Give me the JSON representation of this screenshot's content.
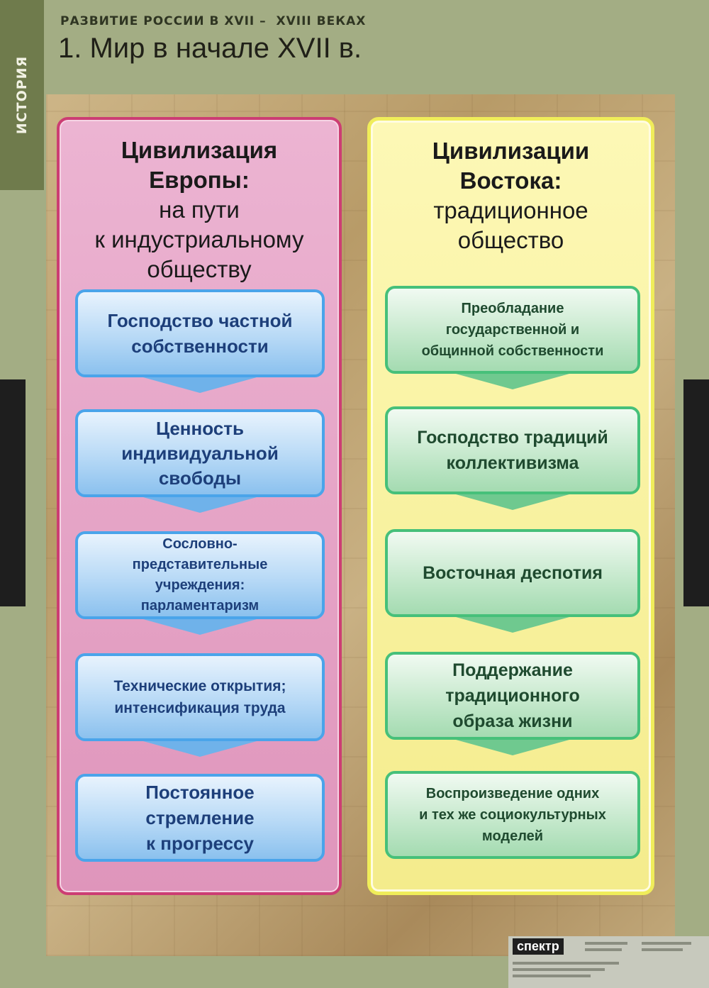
{
  "sidebar": {
    "label": "ИСТОРИЯ"
  },
  "header": {
    "supertitle": "РАЗВИТИЕ РОССИИ В XVII –  XVIII ВЕКАХ",
    "title": "1. Мир в начале XVII в."
  },
  "left_column": {
    "heading_bold": [
      "Цивилизация",
      "Европы:"
    ],
    "heading_regular": [
      "на пути",
      "к индустриальному",
      "обществу"
    ],
    "boxes": [
      {
        "lines": [
          "Господство частной",
          "собственности"
        ]
      },
      {
        "lines": [
          "Ценность",
          "индивидуальной",
          "свободы"
        ]
      },
      {
        "lines": [
          "Сословно-",
          "представительные",
          "учреждения:",
          "парламентаризм"
        ]
      },
      {
        "lines": [
          "Технические открытия;",
          "интенсификация труда"
        ]
      },
      {
        "lines": [
          "Постоянное",
          "стремление",
          "к прогрессу"
        ]
      }
    ]
  },
  "right_column": {
    "heading_bold": [
      "Цивилизации",
      "Востока:"
    ],
    "heading_regular": [
      "традиционное",
      "общество"
    ],
    "boxes": [
      {
        "lines": [
          "Преобладание",
          "государственной и",
          "общинной собственности"
        ]
      },
      {
        "lines": [
          "Господство традиций",
          "коллективизма"
        ]
      },
      {
        "lines": [
          "Восточная деспотия"
        ]
      },
      {
        "lines": [
          "Поддержание",
          "традиционного",
          "образа жизни"
        ]
      },
      {
        "lines": [
          "Воспроизведение одних",
          "и тех же социокультурных",
          "моделей"
        ]
      }
    ]
  },
  "logo": {
    "brand": "спектр"
  }
}
